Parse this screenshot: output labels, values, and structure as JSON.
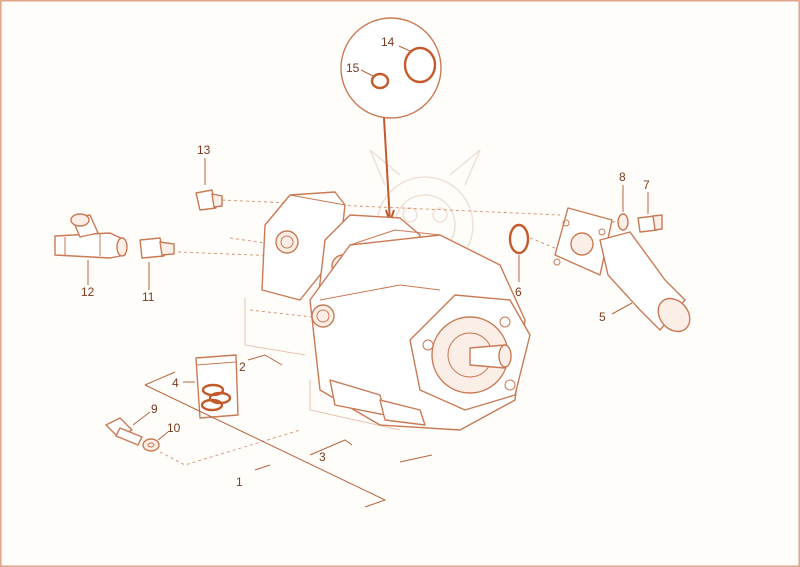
{
  "labels": {
    "l1": "1",
    "l2": "2",
    "l3": "3",
    "l4": "4",
    "l5": "5",
    "l6": "6",
    "l7": "7",
    "l8": "8",
    "l9": "9",
    "l10": "10",
    "l11": "11",
    "l12": "12",
    "l13": "13",
    "l14": "14",
    "l15": "15"
  },
  "colors": {
    "line": "#c97a55",
    "label": "#7a3a1e",
    "accent": "#c15a2e",
    "frame": "#d98e6c"
  }
}
